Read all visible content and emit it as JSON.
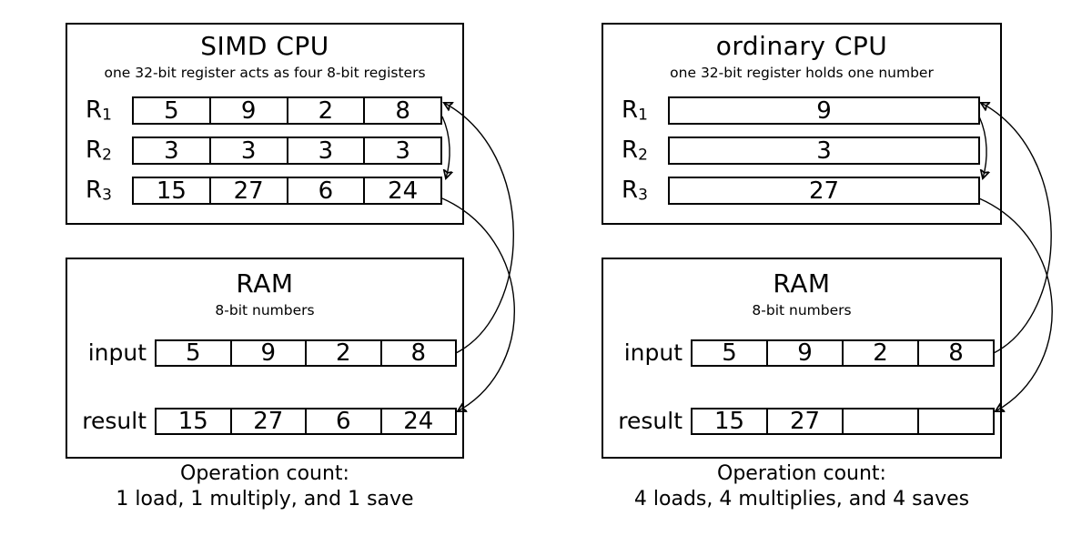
{
  "colors": {
    "background": "#ffffff",
    "line": "#000000",
    "text": "#000000"
  },
  "panels": [
    {
      "cpu": {
        "title": "SIMD CPU",
        "subtitle": "one 32-bit register acts as four 8-bit registers",
        "registers": [
          {
            "label": "R",
            "sub": "1",
            "cells": [
              "5",
              "9",
              "2",
              "8"
            ]
          },
          {
            "label": "R",
            "sub": "2",
            "cells": [
              "3",
              "3",
              "3",
              "3"
            ]
          },
          {
            "label": "R",
            "sub": "3",
            "cells": [
              "15",
              "27",
              "6",
              "24"
            ]
          }
        ]
      },
      "ram": {
        "title": "RAM",
        "subtitle": "8-bit numbers",
        "rows": [
          {
            "label": "input",
            "cells": [
              "5",
              "9",
              "2",
              "8"
            ]
          },
          {
            "label": "result",
            "cells": [
              "15",
              "27",
              "6",
              "24"
            ]
          }
        ]
      },
      "operation_count_title": "Operation count:",
      "operation_count_detail": "1 load, 1 multiply, and 1 save",
      "arrows": [
        {
          "name": "multiply-arrow",
          "from": "R1",
          "to": "R3"
        },
        {
          "name": "load-arrow",
          "from": "input",
          "to": "R1"
        },
        {
          "name": "save-arrow",
          "from": "R3",
          "to": "result"
        }
      ]
    },
    {
      "cpu": {
        "title": "ordinary CPU",
        "subtitle": "one 32-bit register holds one number",
        "registers": [
          {
            "label": "R",
            "sub": "1",
            "cells": [
              "9"
            ]
          },
          {
            "label": "R",
            "sub": "2",
            "cells": [
              "3"
            ]
          },
          {
            "label": "R",
            "sub": "3",
            "cells": [
              "27"
            ]
          }
        ]
      },
      "ram": {
        "title": "RAM",
        "subtitle": "8-bit numbers",
        "rows": [
          {
            "label": "input",
            "cells": [
              "5",
              "9",
              "2",
              "8"
            ]
          },
          {
            "label": "result",
            "cells": [
              "15",
              "27",
              "",
              ""
            ]
          }
        ]
      },
      "operation_count_title": "Operation count:",
      "operation_count_detail": "4 loads, 4 multiplies, and 4 saves",
      "arrows": [
        {
          "name": "multiply-arrow",
          "from": "R1",
          "to": "R3"
        },
        {
          "name": "load-arrow",
          "from": "input",
          "to": "R1"
        },
        {
          "name": "save-arrow",
          "from": "R3",
          "to": "result"
        }
      ]
    }
  ]
}
